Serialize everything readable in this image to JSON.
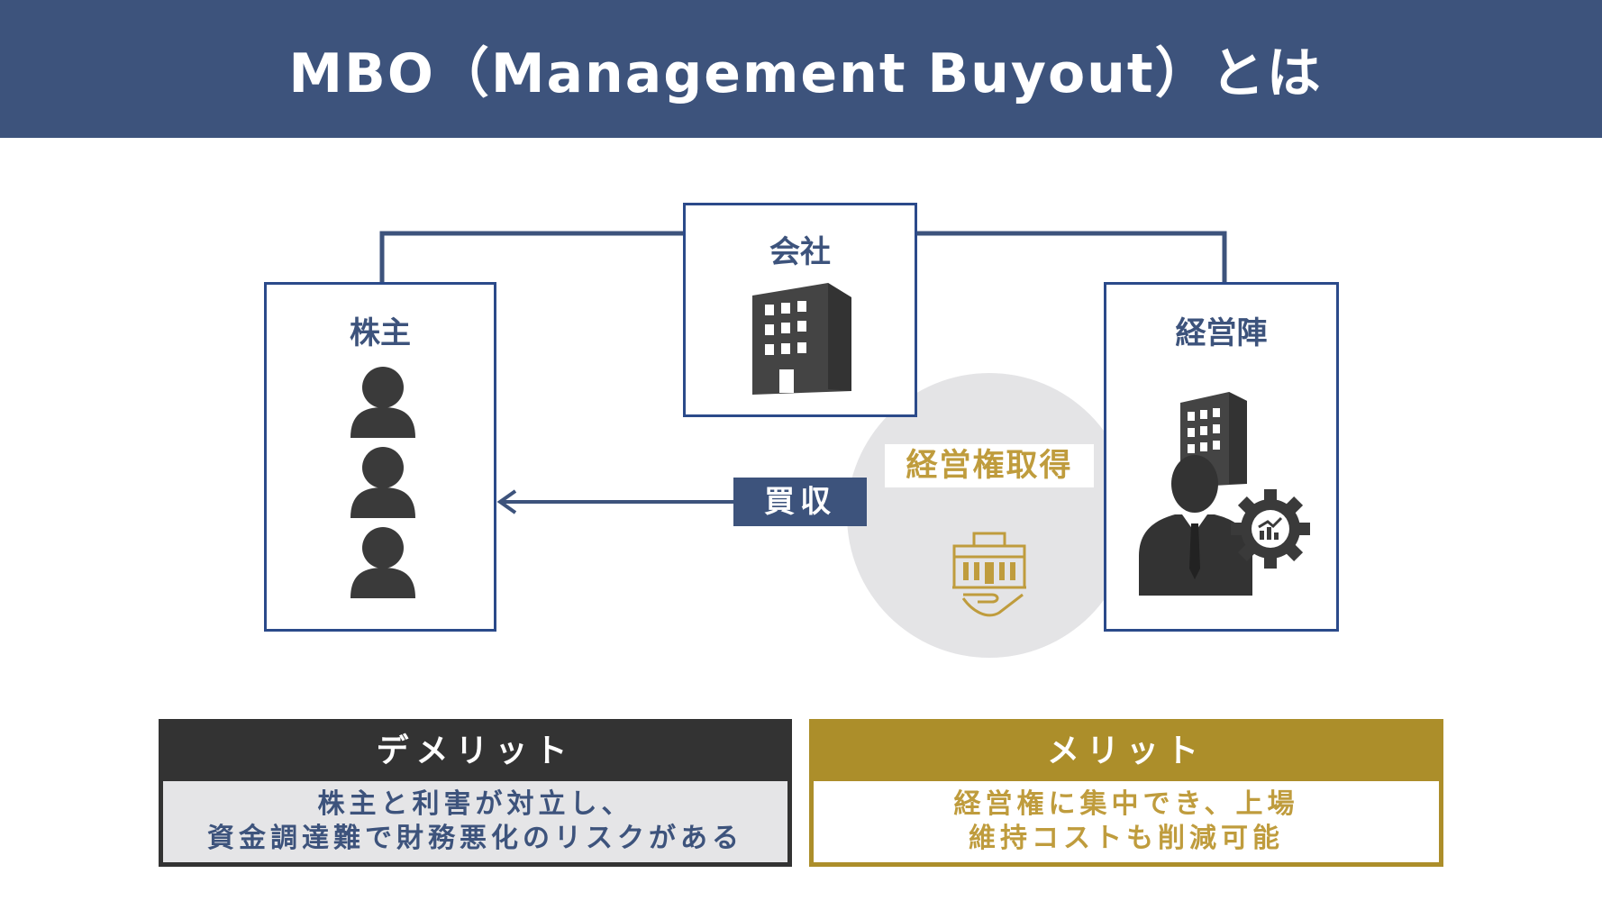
{
  "header": {
    "title": "MBO（Management Buyout）とは"
  },
  "diagram": {
    "company": {
      "label": "会社"
    },
    "shareholders": {
      "label": "株主"
    },
    "management": {
      "label": "経営陣"
    },
    "arrow": {
      "buy_label": "買収",
      "acquire_label": "経営権取得"
    }
  },
  "panels": {
    "demerit": {
      "title": "デメリット",
      "lines": [
        "株主と利害が対立し、",
        "資金調達難で財務悪化のリスクがある"
      ]
    },
    "merit": {
      "title": "メリット",
      "lines": [
        "経営権に集中でき、上場",
        "維持コストも削減可能"
      ]
    }
  },
  "colors": {
    "navy": "#3d537c",
    "box_border": "#2b4a8a",
    "gold": "#ac8e2a",
    "dark": "#333333",
    "icon_gray": "#3c3c3c"
  }
}
